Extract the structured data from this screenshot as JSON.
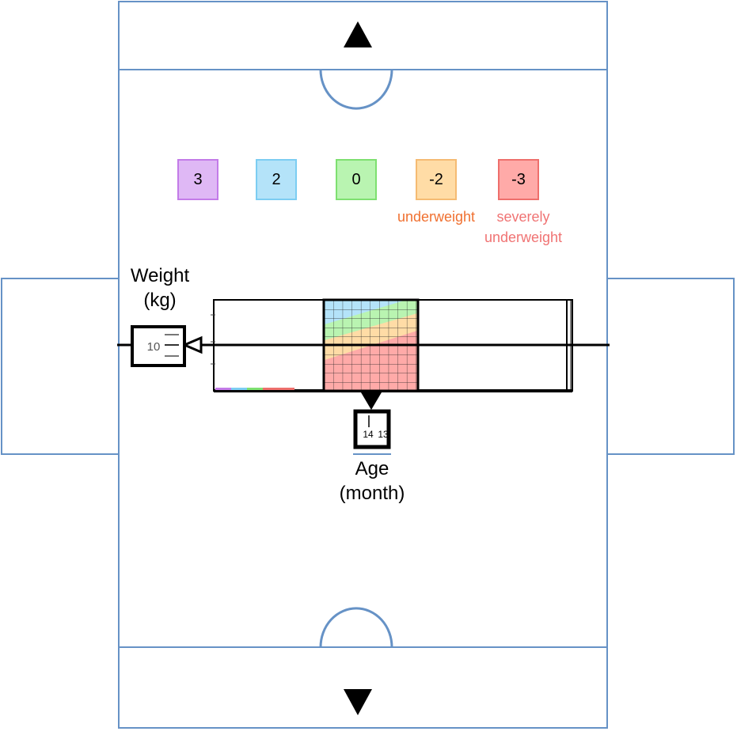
{
  "legend": [
    {
      "label": "3",
      "fill": "#dfb8f5",
      "border": "#c37be8"
    },
    {
      "label": "2",
      "fill": "#b4e3f9",
      "border": "#7ccdf2"
    },
    {
      "label": "0",
      "fill": "#b9f4b1",
      "border": "#7ee070"
    },
    {
      "label": "-2",
      "fill": "#ffdca6",
      "border": "#f5bb73",
      "caption": "underweight",
      "caption_color": "#f07030"
    },
    {
      "label": "-3",
      "fill": "#ffaaa8",
      "border": "#ee6f6c",
      "caption_line1": "severely",
      "caption_line2": "underweight",
      "caption_color": "#f07373"
    }
  ],
  "weight_axis": {
    "title_line1": "Weight",
    "title_line2": "(kg)",
    "dial_value": "10"
  },
  "age_axis": {
    "title_line1": "Age",
    "title_line2": "(month)",
    "dial_value_left": "14",
    "dial_value_right": "13"
  },
  "nav": {
    "up_icon": "up-triangle-icon",
    "down_icon": "down-triangle-icon"
  },
  "colors": {
    "outline": "#6692c6",
    "chart_line": "#000000"
  }
}
